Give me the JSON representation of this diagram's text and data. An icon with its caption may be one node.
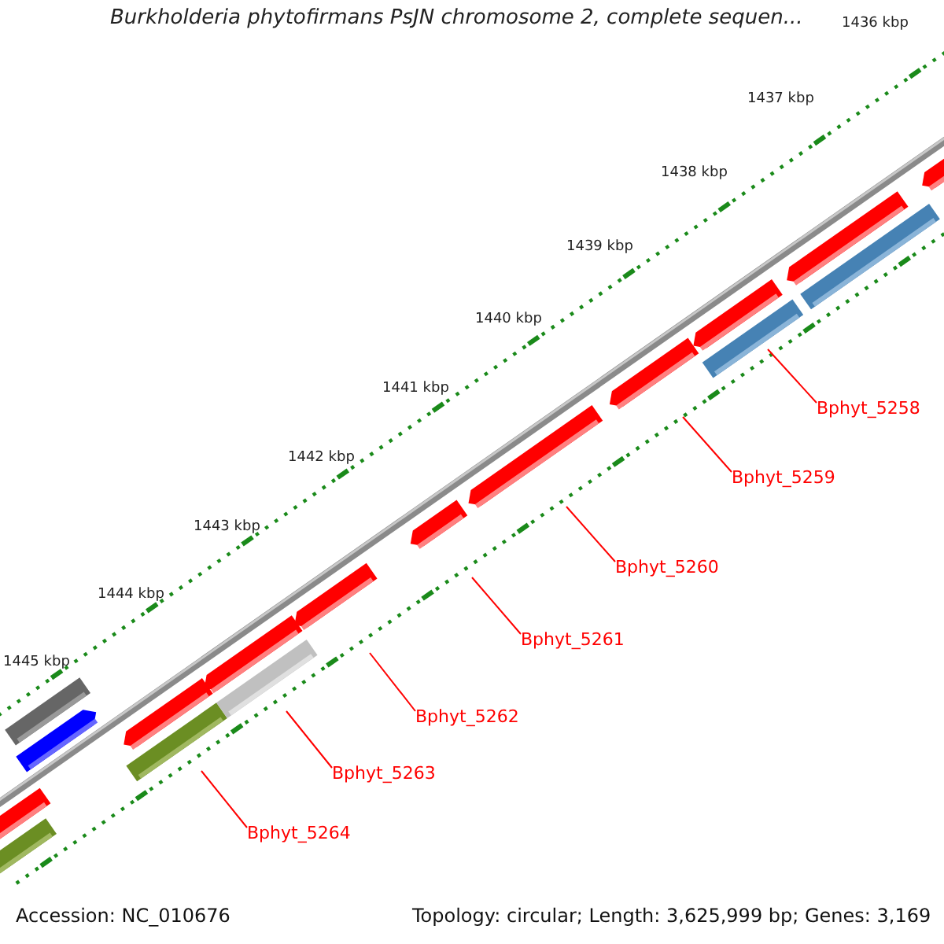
{
  "diagram": {
    "title": "Burkholderia phytofirmans PsJN chromosome 2, complete sequen...",
    "nodes": [
      {
        "text": [
          "Bphyt_5258"
        ]
      },
      {
        "text": [
          "Bphyt_5259"
        ]
      },
      {
        "text": [
          "Bphyt_5260"
        ]
      },
      {
        "text": [
          "Bphyt_5261"
        ]
      },
      {
        "text": [
          "Bphyt_5262"
        ]
      },
      {
        "text": [
          "Bphyt_5263"
        ]
      },
      {
        "text": [
          "Bphyt_5264"
        ]
      }
    ],
    "edges": [
      {
        "from": 0,
        "to": null,
        "arrow": "none"
      },
      {
        "from": 1,
        "to": null,
        "arrow": "none"
      },
      {
        "from": 2,
        "to": null,
        "arrow": "none"
      },
      {
        "from": 3,
        "to": null,
        "arrow": "none"
      },
      {
        "from": 4,
        "to": null,
        "arrow": "none"
      },
      {
        "from": 5,
        "to": null,
        "arrow": "none"
      },
      {
        "from": 6,
        "to": null,
        "arrow": "none"
      }
    ],
    "labels": [
      "1436 kbp",
      "1437 kbp",
      "1438 kbp",
      "1439 kbp",
      "1440 kbp",
      "1441 kbp",
      "1442 kbp",
      "1443 kbp",
      "1444 kbp",
      "1445 kbp",
      "Accession: NC_010676",
      "Topology: circular; Length: 3,625,999 bp; Genes: 3,169"
    ]
  }
}
